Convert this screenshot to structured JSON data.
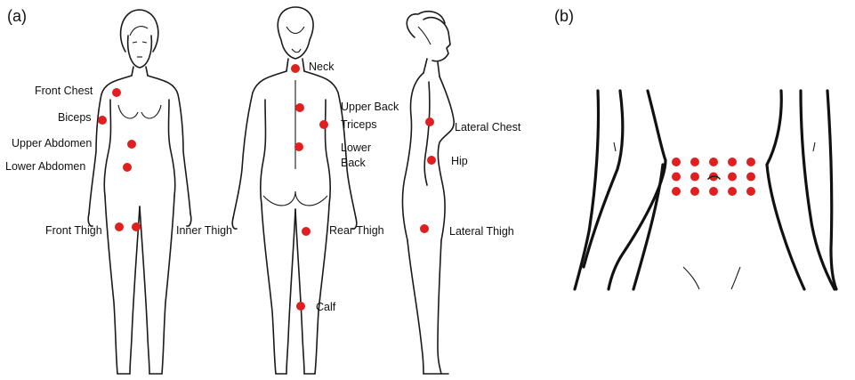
{
  "panels": {
    "a": "(a)",
    "b": "(b)"
  },
  "colors": {
    "dot": "#e02020",
    "outline": "#1a1a1a"
  },
  "labels": {
    "front_chest": "Front Chest",
    "biceps": "Biceps",
    "upper_abdomen": "Upper Abdomen",
    "lower_abdomen": "Lower Abdomen",
    "front_thigh": "Front Thigh",
    "inner_thigh": "Inner Thigh",
    "neck": "Neck",
    "upper_back": "Upper Back",
    "triceps": "Triceps",
    "lower_back_1": "Lower",
    "lower_back_2": "Back",
    "rear_thigh": "Rear Thigh",
    "calf": "Calf",
    "lateral_chest": "Lateral Chest",
    "hip": "Hip",
    "lateral_thigh": "Lateral Thigh"
  },
  "grid": {
    "rows": 3,
    "cols": 5
  }
}
